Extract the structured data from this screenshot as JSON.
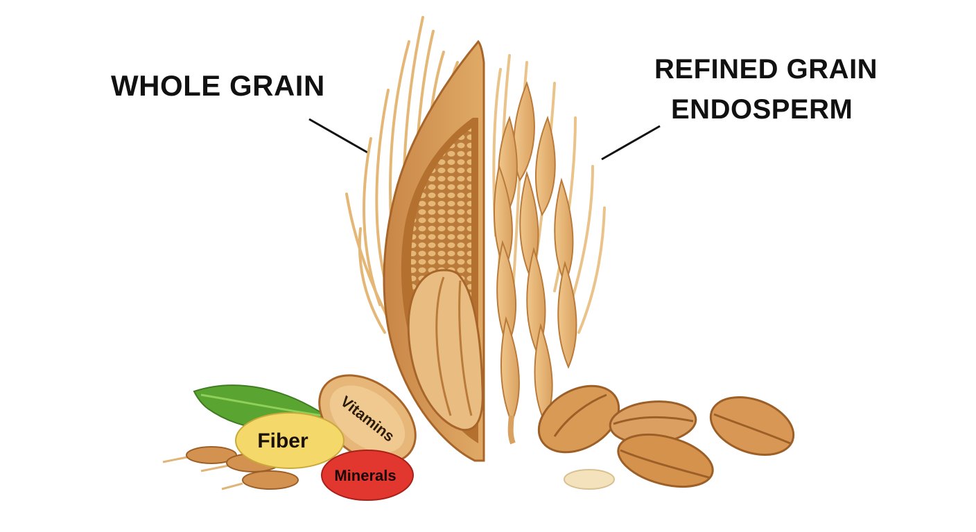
{
  "labels": {
    "whole": "WHOLE GRAIN",
    "refined_line1": "REFINED GRAIN",
    "refined_line2": "ENDOSPERM"
  },
  "nutrients": {
    "fiber": "Fiber",
    "vitamins": "Vitamins",
    "minerals": "Minerals"
  },
  "colors": {
    "husk": "#d8a05c",
    "husk_dark": "#a8652a",
    "endosperm": "#f3d6a4",
    "seed": "#c98b45",
    "fiber_pill": "#f5d86a",
    "minerals_pill": "#e2372e",
    "leaf": "#5aa531"
  }
}
